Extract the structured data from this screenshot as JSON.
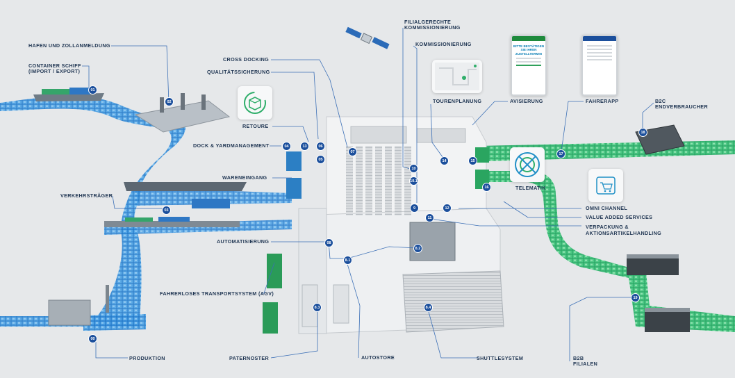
{
  "labels": {
    "hafen": "HAFEN UND ZOLLANMELDUNG",
    "container_1": "CONTAINER SCHIFF",
    "container_2": "(IMPORT / EXPORT)",
    "verkehrstraeger": "VERKEHRSTRÄGER",
    "cross_docking": "CROSS DOCKING",
    "qualitaet": "QUALITÄTSSICHERUNG",
    "retoure": "RETOURE",
    "dock": "DOCK & YARDMANAGEMENT",
    "wareneingang": "WARENEINGANG",
    "automatisierung": "AUTOMATISIERUNG",
    "agv": "FAHRERLOSES TRANSPORTSYSTEM (AGV)",
    "produktion": "PRODUKTION",
    "paternoster": "PATERNOSTER",
    "autostore": "AUTOSTORE",
    "shuttle": "SHUTTLESYSTEM",
    "filial_1": "FILIALGERECHTE",
    "filial_2": "KOMMISSIONIERUNG",
    "kommissionierung": "KOMMISSIONIERUNG",
    "tourenplanung": "TOURENPLANUNG",
    "avisierung": "AVISIERUNG",
    "fahrerapp": "FAHRERAPP",
    "b2c_1": "B2C",
    "b2c_2": "ENDVERBRAUCHER",
    "telematik": "TELEMATIK",
    "omni": "OMNI CHANNEL",
    "vas": "VALUE ADDED SERVICES",
    "verpackung_1": "VERPACKUNG &",
    "verpackung_2": "AKTIONSARTIKELHANDLING",
    "b2b_1": "B2B",
    "b2b_2": "FILIALEN"
  },
  "badges": {
    "b00": "00",
    "b01": "01",
    "b02": "02",
    "b03": "03",
    "b04": "04",
    "b05": "05",
    "b06": "06",
    "b07": "07",
    "b08": "08",
    "b81": "8.1",
    "b82": "8.2",
    "b83": "8.3",
    "b84": "8.4",
    "b09": "9",
    "b10": "10",
    "b101": "10.1",
    "b11": "11",
    "b12": "12",
    "b13": "13",
    "b14": "14",
    "b15": "15",
    "b16": "16",
    "b17": "17",
    "b18": "18",
    "b19": "19"
  },
  "app_screen": {
    "confirm_text": "BITTE BESTÄTIGEN SIE IHREN ZUSTELLTERMIN"
  },
  "colors": {
    "inbound_flow": "#2f86d4",
    "outbound_flow": "#2db56d",
    "leader_line": "#3b6fb6",
    "badge": "#1b4f9c",
    "warehouse": "#f1f2f3"
  }
}
